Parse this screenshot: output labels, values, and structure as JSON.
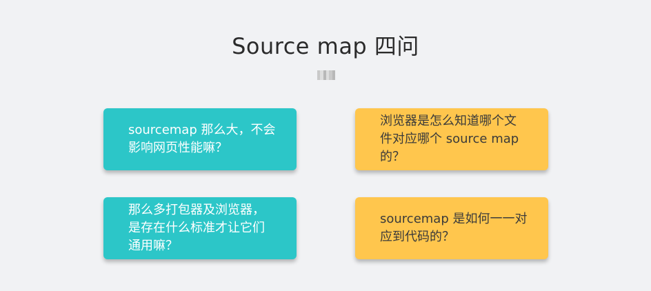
{
  "slide": {
    "title": "Source map 四问",
    "cards": [
      {
        "text": "sourcemap 那么大，不会影响网页性能嘛？",
        "color": "#2cc6c8"
      },
      {
        "text": "浏览器是怎么知道哪个文件对应哪个 source map 的？",
        "color": "#ffc64d"
      },
      {
        "text": "那么多打包器及浏览器，是存在什么标准才让它们通用嘛？",
        "color": "#2cc6c8"
      },
      {
        "text": "sourcemap 是如何一一对应到代码的？",
        "color": "#ffc64d"
      }
    ]
  }
}
